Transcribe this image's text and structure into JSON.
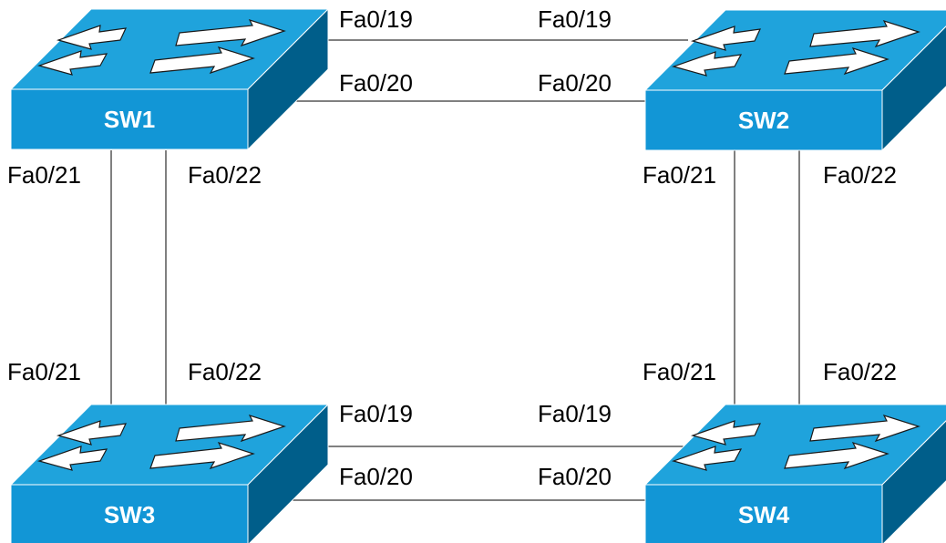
{
  "switches": [
    {
      "id": "sw1",
      "name": "SW1"
    },
    {
      "id": "sw2",
      "name": "SW2"
    },
    {
      "id": "sw3",
      "name": "SW3"
    },
    {
      "id": "sw4",
      "name": "SW4"
    }
  ],
  "links": [
    {
      "id": "sw1-sw2-a",
      "from": "SW1",
      "to": "SW2",
      "from_port": "Fa0/19",
      "to_port": "Fa0/19"
    },
    {
      "id": "sw1-sw2-b",
      "from": "SW1",
      "to": "SW2",
      "from_port": "Fa0/20",
      "to_port": "Fa0/20"
    },
    {
      "id": "sw1-sw3-a",
      "from": "SW1",
      "to": "SW3",
      "from_port": "Fa0/21",
      "to_port": "Fa0/21"
    },
    {
      "id": "sw1-sw3-b",
      "from": "SW1",
      "to": "SW3",
      "from_port": "Fa0/22",
      "to_port": "Fa0/22"
    },
    {
      "id": "sw2-sw4-a",
      "from": "SW2",
      "to": "SW4",
      "from_port": "Fa0/21",
      "to_port": "Fa0/21"
    },
    {
      "id": "sw2-sw4-b",
      "from": "SW2",
      "to": "SW4",
      "from_port": "Fa0/22",
      "to_port": "Fa0/22"
    },
    {
      "id": "sw3-sw4-a",
      "from": "SW3",
      "to": "SW4",
      "from_port": "Fa0/19",
      "to_port": "Fa0/19"
    },
    {
      "id": "sw3-sw4-b",
      "from": "SW3",
      "to": "SW4",
      "from_port": "Fa0/20",
      "to_port": "Fa0/20"
    }
  ],
  "colors": {
    "switch_top": "#1FA3DC",
    "switch_front": "#1296D6",
    "switch_side": "#005E8A",
    "link": "#000000"
  },
  "icons": {
    "switch": "network-switch-icon",
    "arrows": "bidirectional-arrows-icon"
  }
}
